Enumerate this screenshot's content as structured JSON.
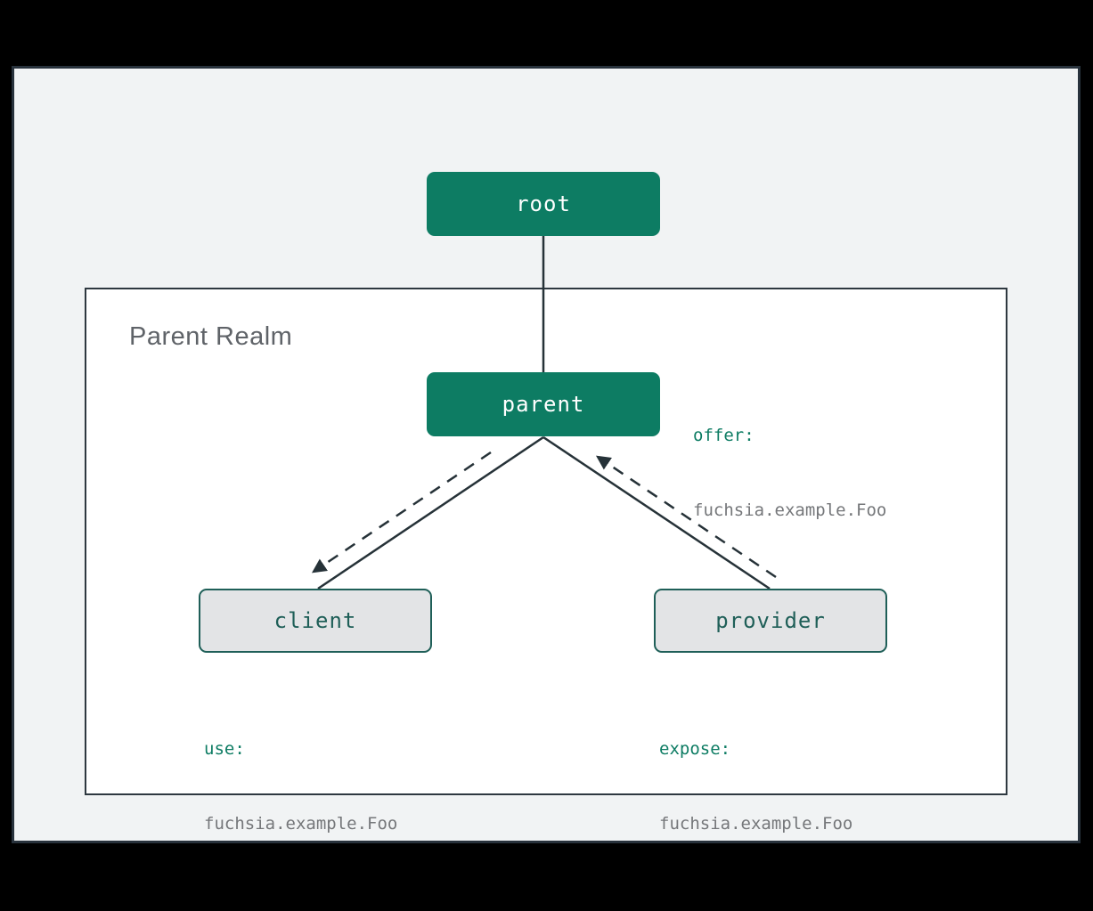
{
  "diagram": {
    "realm_label": "Parent Realm",
    "nodes": {
      "root": {
        "label": "root"
      },
      "parent": {
        "label": "parent"
      },
      "client": {
        "label": "client"
      },
      "provider": {
        "label": "provider"
      }
    },
    "annotations": {
      "offer": {
        "keyword": "offer:",
        "value": "fuchsia.example.Foo"
      },
      "use": {
        "keyword": "use:",
        "value": "fuchsia.example.Foo"
      },
      "expose": {
        "keyword": "expose:",
        "value": "fuchsia.example.Foo"
      }
    },
    "edges": [
      {
        "from": "root",
        "to": "parent",
        "style": "solid"
      },
      {
        "from": "parent",
        "to": "client",
        "style": "solid"
      },
      {
        "from": "parent",
        "to": "client",
        "style": "dashed-arrow",
        "direction": "parent-to-client"
      },
      {
        "from": "parent",
        "to": "provider",
        "style": "solid"
      },
      {
        "from": "provider",
        "to": "parent",
        "style": "dashed-arrow",
        "direction": "provider-to-parent"
      }
    ],
    "colors": {
      "node_green": "#0d7c63",
      "node_gray_fill": "#e3e4e6",
      "node_teal": "#1f5f58",
      "edge_line": "#263238",
      "keyword_green": "#0d7c63",
      "value_gray": "#75777a",
      "realm_title_gray": "#5f6368",
      "page_background": "#f1f3f4",
      "outer_background": "#000000"
    }
  }
}
